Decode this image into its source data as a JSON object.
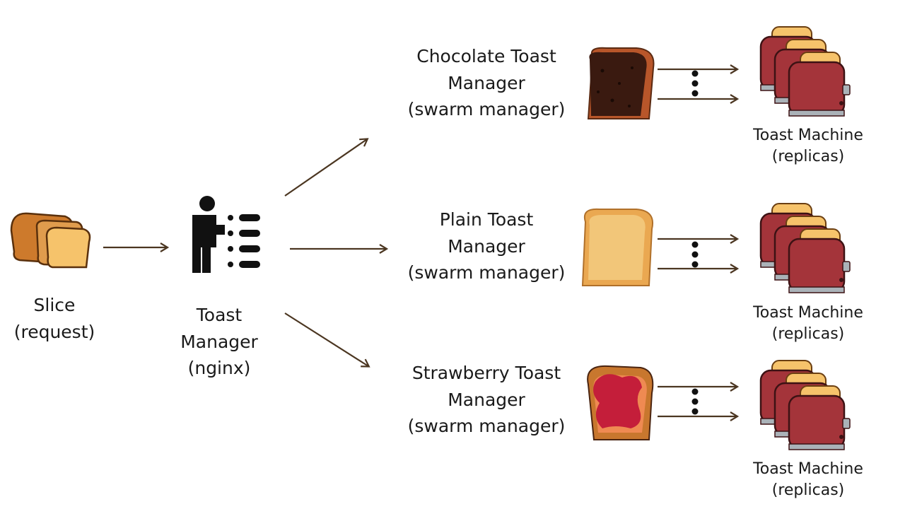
{
  "diagram": {
    "slice": {
      "line1": "Slice",
      "line2": "(request)"
    },
    "nginx": {
      "line1": "Toast",
      "line2": "Manager",
      "line3": "(nginx)"
    },
    "chocolate": {
      "line1": "Chocolate Toast",
      "line2": "Manager",
      "line3": "(swarm manager)"
    },
    "plain": {
      "line1": "Plain Toast",
      "line2": "Manager",
      "line3": "(swarm manager)"
    },
    "strawberry": {
      "line1": "Strawberry Toast",
      "line2": "Manager",
      "line3": "(swarm manager)"
    },
    "machines": [
      {
        "line1": "Toast Machine",
        "line2": "(replicas)"
      },
      {
        "line1": "Toast Machine",
        "line2": "(replicas)"
      },
      {
        "line1": "Toast Machine",
        "line2": "(replicas)"
      }
    ],
    "colors": {
      "arrow": "#4b3621",
      "chocolate": "#3a1a10",
      "plain": "#eaa851",
      "jam": "#c41e3a",
      "toaster": "#a4343a",
      "bread": "#f6c36b"
    }
  }
}
